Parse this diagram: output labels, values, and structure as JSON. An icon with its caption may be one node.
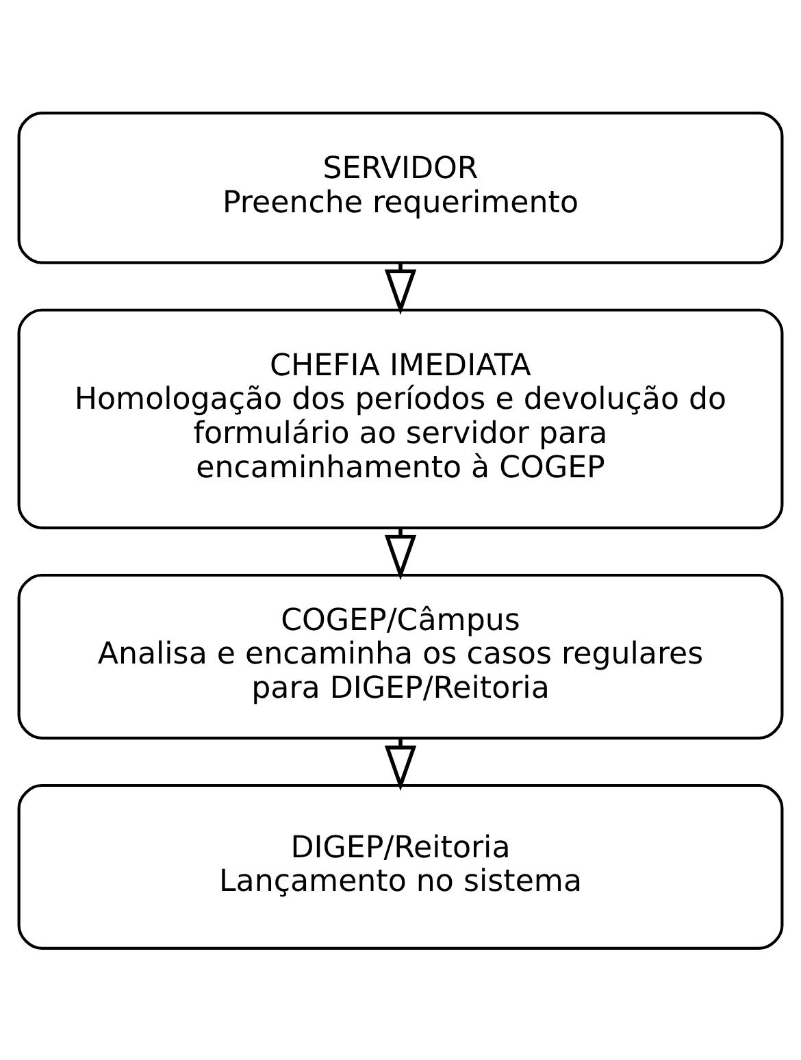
{
  "diagram": {
    "nodes": [
      {
        "text": [
          "SERVIDOR",
          "Preenche requerimento"
        ]
      },
      {
        "text": [
          "CHEFIA IMEDIATA",
          "Homologação dos períodos e devolução do formulário ao servidor para encaminhamento à COGEP"
        ]
      },
      {
        "text": [
          "COGEP/Câmpus",
          "Analisa e encaminha os casos regulares para DIGEP/Reitoria"
        ]
      },
      {
        "text": [
          "DIGEP/Reitoria",
          "Lançamento no sistema"
        ]
      }
    ],
    "edges": [
      {
        "from": 0,
        "to": 1,
        "arrow": "to"
      },
      {
        "from": 1,
        "to": 2,
        "arrow": "to"
      },
      {
        "from": 2,
        "to": 3,
        "arrow": "to"
      }
    ]
  }
}
